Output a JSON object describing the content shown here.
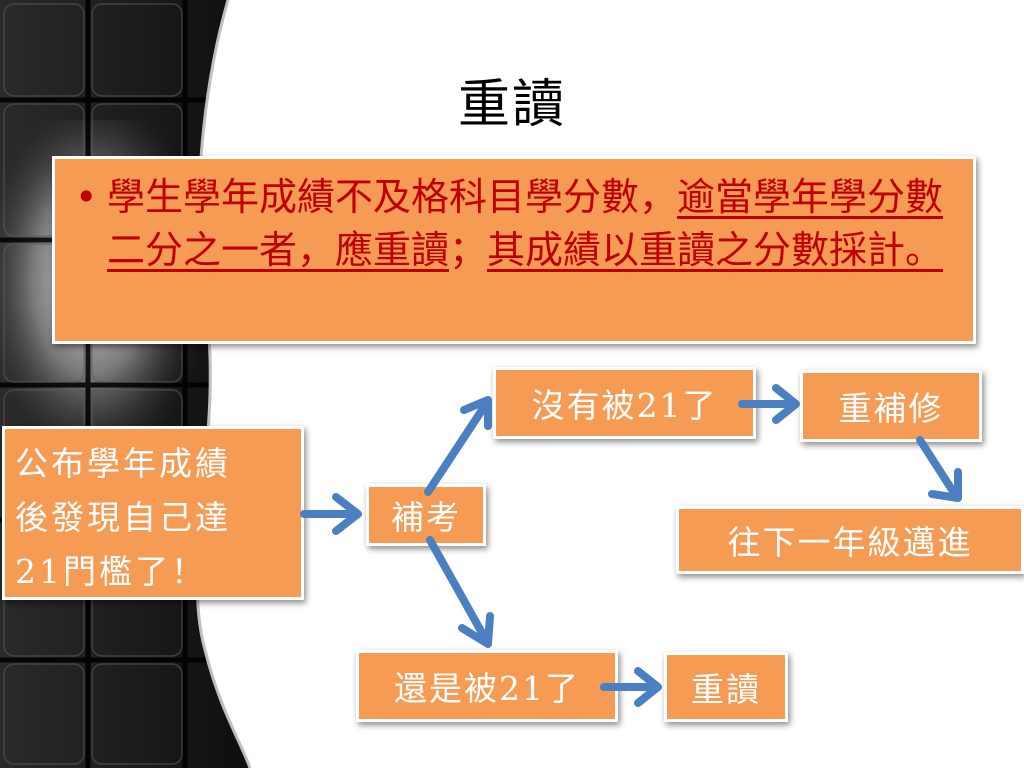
{
  "title": "重讀",
  "rule": {
    "bullet": "•",
    "part1": "學生學年成績不及格科目學分數，",
    "part2": "逾當學年學分數二分之一者，應重讀",
    "part3": "；",
    "part4": "其成績以重讀之分數採計。"
  },
  "flow": {
    "start_line1": "公布學年成績",
    "start_line2": "後發現自己達",
    "start_line3": "21門檻了！",
    "makeup": "補考",
    "not_failed": "沒有被21了",
    "redo_course": "重補修",
    "promote": "往下一年級邁進",
    "still_failed": "還是被21了",
    "repeat": "重讀"
  },
  "colors": {
    "box_fill": "#f59b54",
    "box_border": "#ffffff",
    "rule_text": "#c00000",
    "node_text": "#ffffff",
    "arrow": "#4a7fc1",
    "title_text": "#000000"
  }
}
